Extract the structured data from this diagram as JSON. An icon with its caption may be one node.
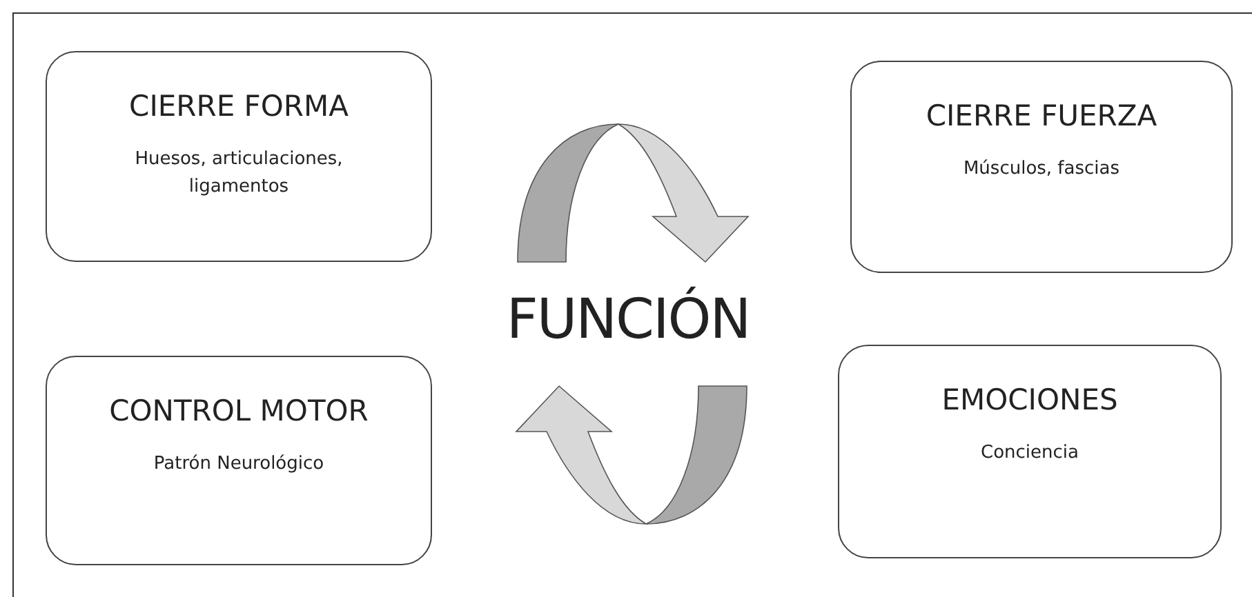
{
  "diagram": {
    "nodes": [
      {
        "text": [
          "CIERRE FORMA",
          "Huesos, articulaciones, ligamentos"
        ]
      },
      {
        "text": [
          "CIERRE FUERZA",
          "Músculos, fascias"
        ]
      },
      {
        "text": [
          "CONTROL MOTOR",
          "Patrón Neurológico"
        ]
      },
      {
        "text": [
          "EMOCIONES",
          "Conciencia"
        ]
      }
    ],
    "labels": [
      "FUNCIÓN"
    ]
  }
}
